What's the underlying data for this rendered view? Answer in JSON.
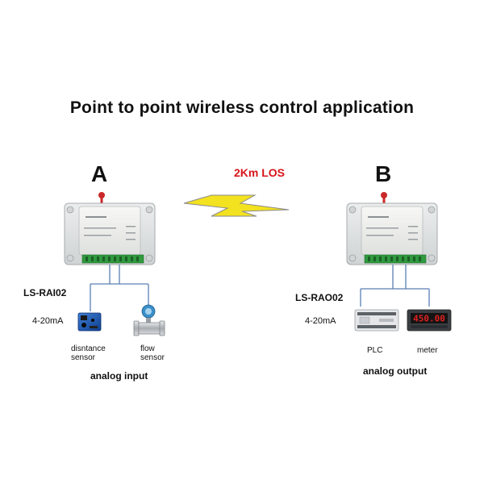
{
  "title": "Point to point wireless control application",
  "link": {
    "label": "2Km LOS",
    "color": "#d8151b"
  },
  "left": {
    "letter": "A",
    "model": "LS-RAI02",
    "current": "4-20mA",
    "devices": [
      {
        "label_line1": "disntance",
        "label_line2": "sensor",
        "icon": "distance-sensor-icon"
      },
      {
        "label_line1": "flow",
        "label_line2": "sensor",
        "icon": "flow-sensor-icon"
      }
    ],
    "caption": "analog input"
  },
  "right": {
    "letter": "B",
    "model": "LS-RAO02",
    "current": "4-20mA",
    "devices": [
      {
        "label": "PLC",
        "icon": "plc-icon"
      },
      {
        "label": "meter",
        "icon": "meter-icon",
        "display": "450.00"
      }
    ],
    "caption": "analog output"
  },
  "colors": {
    "bolt_fill": "#f3e21f",
    "bolt_stroke": "#8a8a8a",
    "wire": "#5a7fb5",
    "antenna": "#c9282a",
    "display": "#e02020"
  }
}
